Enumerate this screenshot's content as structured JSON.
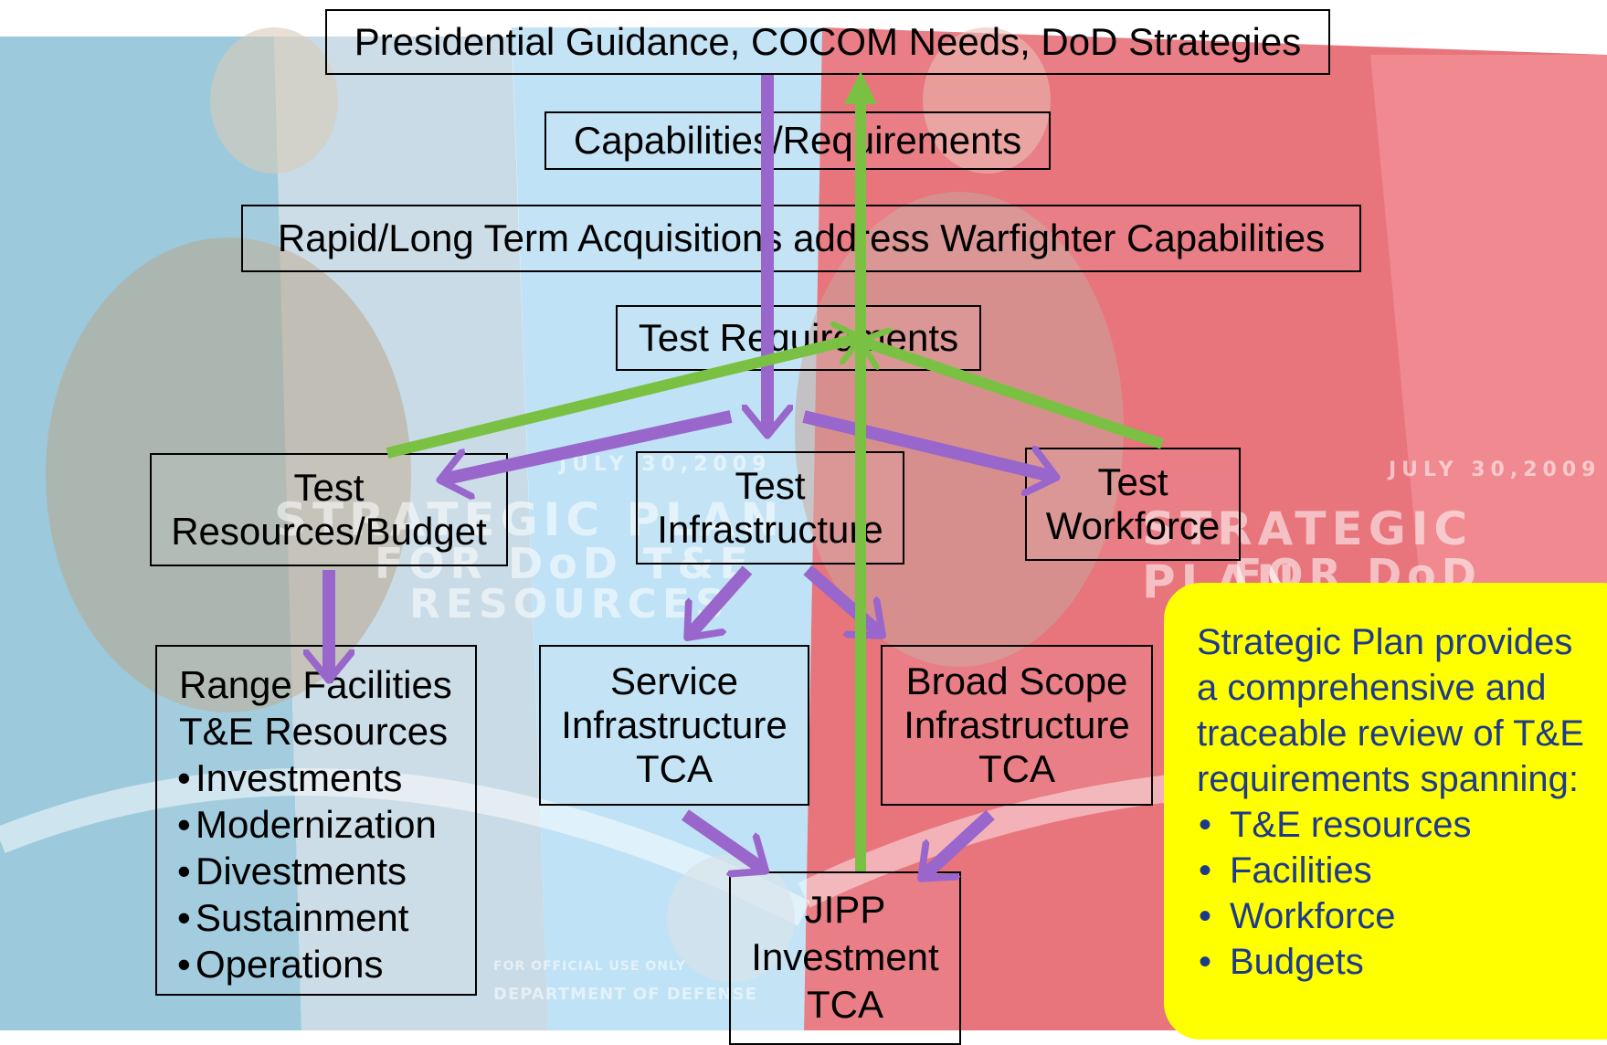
{
  "background": {
    "cover_date_left": "JULY 30,2009",
    "cover_date_right": "JULY 30,2009",
    "cover_title_left": [
      "STRATEGIC PLAN",
      "FOR DoD T&E",
      "RESOURCES"
    ],
    "cover_title_right": [
      "STRATEGIC PLAN",
      "FOR DoD T&E"
    ],
    "seal_caption": [
      "FOR OFFICIAL USE ONLY",
      "DEPARTMENT OF DEFENSE"
    ]
  },
  "boxes": {
    "top": "Presidential Guidance, COCOM Needs, DoD Strategies",
    "capabilities": "Capabilities/Requirements",
    "acquisitions": "Rapid/Long Term Acquisitions address Warfighter Capabilities",
    "test_requirements": "Test Requirements",
    "resources": [
      "Test",
      "Resources/Budget"
    ],
    "infrastructure": [
      "Test",
      "Infrastructure"
    ],
    "workforce": [
      "Test",
      "Workforce"
    ],
    "range": {
      "lines": [
        "Range Facilities",
        "T&E Resources"
      ],
      "bullets": [
        "Investments",
        "Modernization",
        "Divestments",
        "Sustainment",
        "Operations"
      ]
    },
    "service": [
      "Service",
      "Infrastructure",
      "TCA"
    ],
    "broad": [
      "Broad Scope",
      "Infrastructure",
      "TCA"
    ],
    "jipp": [
      "JIPP",
      "Investment",
      "TCA"
    ]
  },
  "callout": {
    "lines": [
      "Strategic Plan provides",
      "a comprehensive and",
      "traceable review of T&E",
      "requirements spanning:"
    ],
    "bullets": [
      "T&E resources",
      "Facilities",
      "Workforce",
      "Budgets"
    ]
  },
  "colors": {
    "purple_arrow": "#9966cc",
    "green_arrow": "#7ac143",
    "callout_fill": "#ffff00",
    "callout_text": "#1e3a8a"
  }
}
